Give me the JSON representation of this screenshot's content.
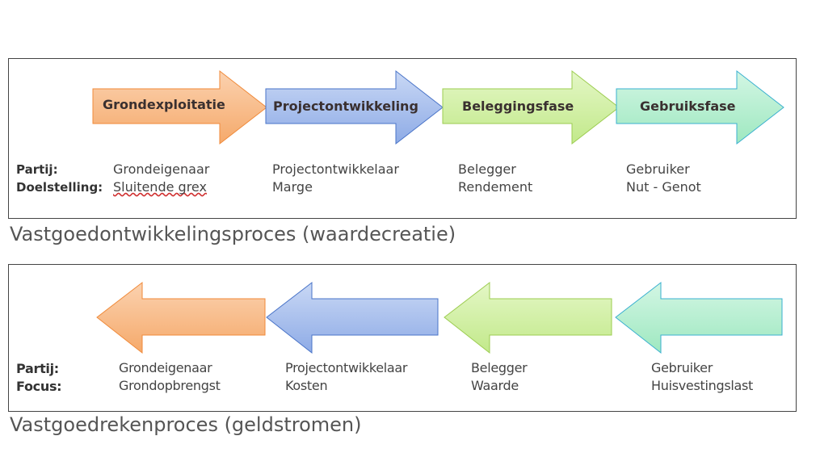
{
  "process_top": {
    "title": "Vastgoedontwikkelingsproces (waardecreatie)",
    "row_labels": [
      "Partij:",
      "Doelstelling:"
    ],
    "phases": [
      {
        "label": "Grondexploitatie",
        "party": "Grondeigenaar",
        "value": "Sluitende grex",
        "color": "#f7b27a"
      },
      {
        "label": "Projectontwikkeling",
        "party": "Projectontwikkelaar",
        "value": "Marge",
        "color": "#9fb8ea"
      },
      {
        "label": "Beleggingsfase",
        "party": "Belegger",
        "value": "Rendement",
        "color": "#c8ec94"
      },
      {
        "label": "Gebruiksfase",
        "party": "Gebruiker",
        "value": "Nut - Genot",
        "color": "#a8ecc8"
      }
    ]
  },
  "process_bottom": {
    "title": "Vastgoedrekenproces (geldstromen)",
    "row_labels": [
      "Partij:",
      "Focus:"
    ],
    "columns": [
      {
        "party": "Grondeigenaar",
        "value": "Grondopbrengst",
        "color": "#f7b27a"
      },
      {
        "party": "Projectontwikkelaar",
        "value": "Kosten",
        "color": "#9fb8ea"
      },
      {
        "party": "Belegger",
        "value": "Waarde",
        "color": "#c8ec94"
      },
      {
        "party": "Gebruiker",
        "value": "Huisvestingslast",
        "color": "#a8ecc8"
      }
    ]
  }
}
